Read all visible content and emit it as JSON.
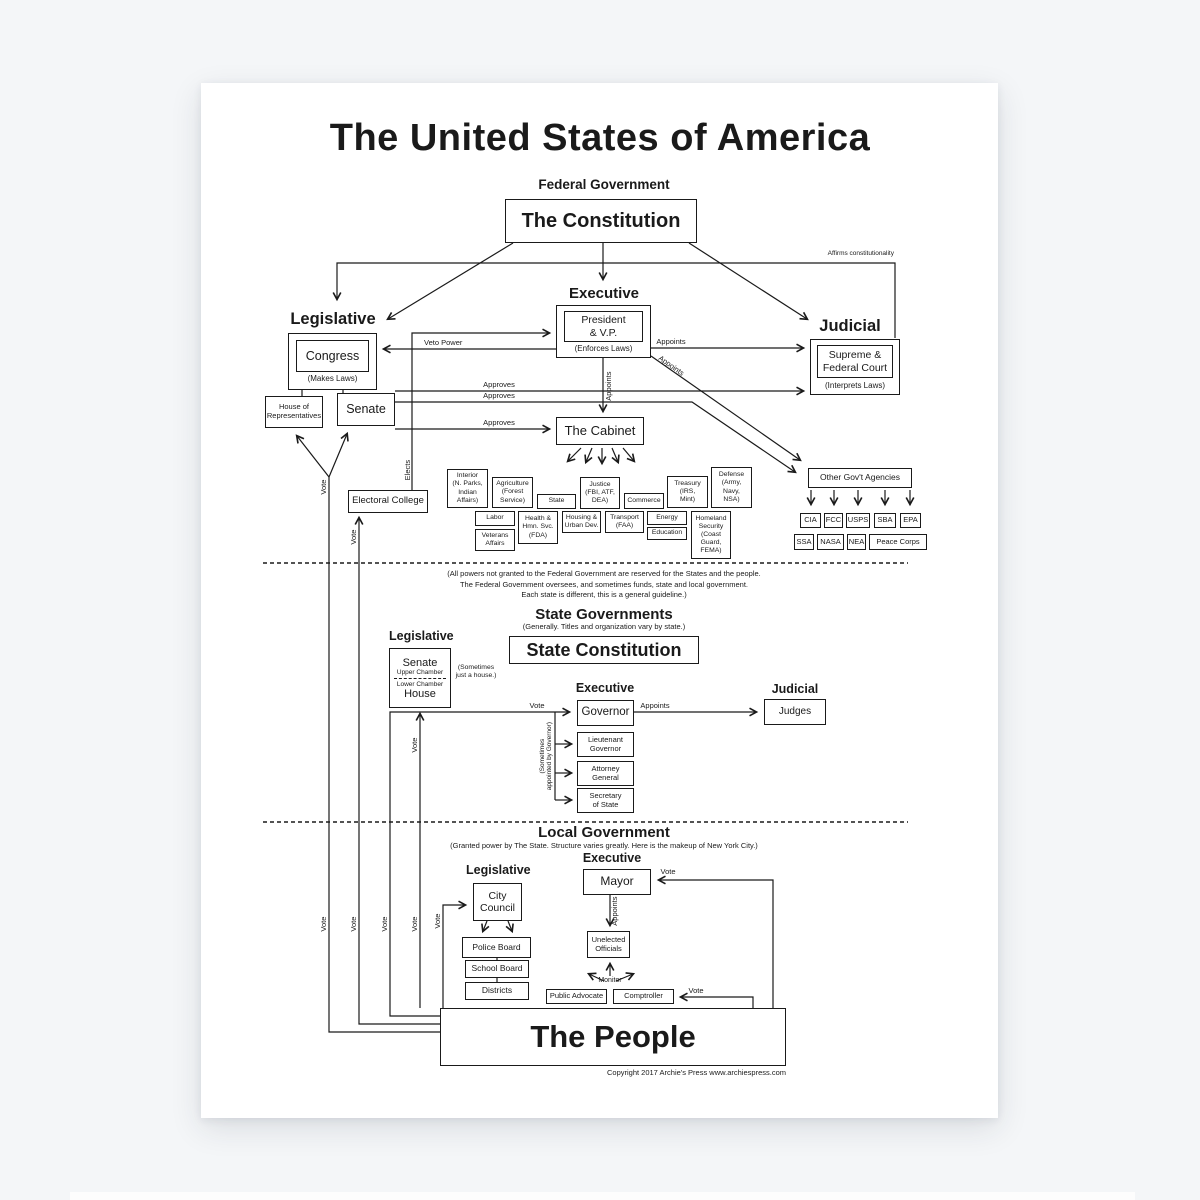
{
  "poster": {
    "title": "The United States of America",
    "copyright": "Copyright 2017 Archie's Press www.archiespress.com",
    "colors": {
      "ink": "#1a1a1a",
      "paper": "#ffffff",
      "background": "#f4f6f8"
    }
  },
  "labels": {
    "vote": "Vote",
    "elects": "Elects",
    "appoints": "Appoints",
    "approves": "Approves",
    "veto_power": "Veto Power",
    "affirms": "Affirms constitutionality",
    "monitor": "Monitor"
  },
  "federal": {
    "heading": "Federal Government",
    "constitution": "The Constitution",
    "legislative": {
      "label": "Legislative",
      "congress": "Congress",
      "congress_note": "(Makes Laws)",
      "house": "House of\nRepresentatives",
      "senate": "Senate"
    },
    "executive": {
      "label": "Executive",
      "president": "President\n& V.P.",
      "president_note": "(Enforces Laws)",
      "cabinet": "The Cabinet"
    },
    "judicial": {
      "label": "Judicial",
      "court": "Supreme &\nFederal Court",
      "court_note": "(Interprets Laws)"
    },
    "electoral_college": "Electoral College",
    "departments": [
      "Interior\n(N. Parks,\nIndian\nAffairs)",
      "Agriculture\n(Forest\nService)",
      "State",
      "Justice\n(FBI, ATF,\nDEA)",
      "Commerce",
      "Treasury\n(IRS,\nMint)",
      "Defense\n(Army,\nNavy,\nNSA)",
      "Labor",
      "Health &\nHmn. Svc.\n(FDA)",
      "Housing &\nUrban Dev.",
      "Transport\n(FAA)",
      "Energy",
      "Education",
      "Homeland\nSecurity\n(Coast\nGuard,\nFEMA)",
      "Veterans\nAffairs"
    ],
    "agencies": {
      "label": "Other Gov't Agencies",
      "row1": [
        "CIA",
        "FCC",
        "USPS",
        "SBA",
        "EPA"
      ],
      "row2": [
        "SSA",
        "NASA",
        "NEA",
        "Peace Corps"
      ]
    }
  },
  "state": {
    "reserved_note": "(All powers not granted to the Federal Government are reserved for the States and the people.\nThe Federal Government oversees, and sometimes funds, state and local government.\nEach state is different, this is a general guideline.)",
    "heading": "State Governments",
    "subheading": "(Generally. Titles and organization vary by state.)",
    "constitution": "State Constitution",
    "legislative": {
      "label": "Legislative",
      "senate": "Senate",
      "upper": "Upper Chamber",
      "lower": "Lower Chamber",
      "house": "House",
      "aside": "(Sometimes\njust a house.)"
    },
    "executive": {
      "label": "Executive",
      "governor": "Governor",
      "lieutenant_governor": "Lieutenant\nGovernor",
      "attorney_general": "Attorney\nGeneral",
      "secretary_of_state": "Secretary\nof State",
      "appointed_note": "(Sometimes\nappointed by Governor)"
    },
    "judicial": {
      "label": "Judicial",
      "judges": "Judges"
    }
  },
  "local": {
    "heading": "Local Government",
    "subheading": "(Granted power by The State. Structure varies greatly. Here is the makeup of New York City.)",
    "legislative": {
      "label": "Legislative",
      "city_council": "City\nCouncil",
      "police_board": "Police Board",
      "school_board": "School Board",
      "districts": "Districts"
    },
    "executive": {
      "label": "Executive",
      "mayor": "Mayor",
      "unelected_officials": "Unelected\nOfficials",
      "public_advocate": "Public Advocate",
      "comptroller": "Comptroller"
    }
  },
  "people": "The People"
}
